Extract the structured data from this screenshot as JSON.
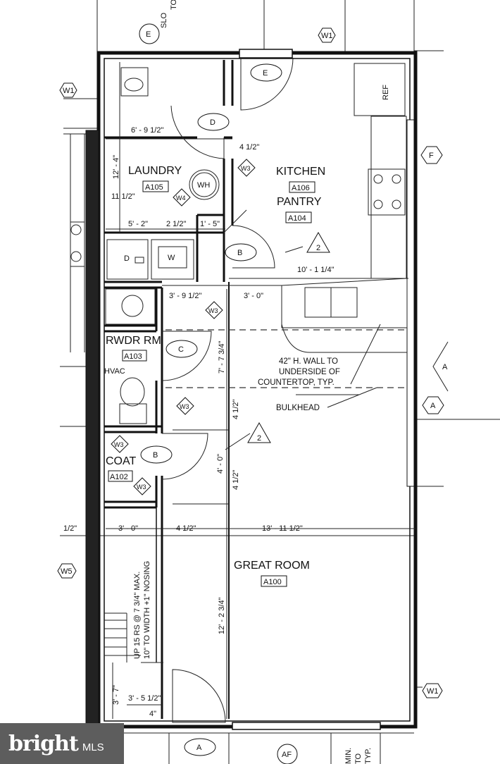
{
  "rooms": {
    "laundry": {
      "name": "LAUNDRY",
      "code": "A105"
    },
    "kitchen": {
      "name": "KITCHEN",
      "code": "A106"
    },
    "pantry": {
      "name": "PANTRY",
      "code": "A104"
    },
    "powder": {
      "name": "RWDR RM",
      "code": "A103"
    },
    "coat": {
      "name": "COAT",
      "code": "A102"
    },
    "great_room": {
      "name": "GREAT ROOM",
      "code": "A100"
    }
  },
  "fixtures": {
    "water_heater": "WH",
    "dryer": "D",
    "washer": "W",
    "refrigerator": "REF",
    "hvac": "HVAC"
  },
  "dimensions": {
    "d1": "6' - 9 1/2\"",
    "d2": "4 1/2\"",
    "d3": "12' - 4\"",
    "d4": "11 1/2\"",
    "d5": "5' - 2\"",
    "d6": "2 1/2\"",
    "d7": "1' - 5\"",
    "d8": "10' - 1 1/4\"",
    "d9": "3' - 9 1/2\"",
    "d10": "3' - 0\"",
    "d11": "7' - 7 3/4\"",
    "d12": "4 1/2\"",
    "d13": "4' - 0\"",
    "d14": "4 1/2\"",
    "d15": "1/2\"",
    "d16": "3' - 0\"",
    "d17": "4 1/2\"",
    "d18": "13' - 11 1/2\"",
    "d19": "12' - 2 3/4\"",
    "d20": "3' - 7\"",
    "d21": "3' - 5 1/2\"",
    "d22": "4\""
  },
  "notes": {
    "wall_line1": "42\" H. WALL TO",
    "wall_line2": "UNDERSIDE OF",
    "wall_line3": "COUNTERTOP, TYP.",
    "bulkhead": "BULKHEAD",
    "stair_line1": "UP 15 RS @ 7 3/4\" MAX.",
    "stair_line2": "10\" TO WIDTH +1\" NOSING",
    "top_cut": "SLO",
    "top_cut2": "TO",
    "bottom_cut1": "MIN.",
    "bottom_cut2": "TO",
    "bottom_cut3": "TYP."
  },
  "tags": {
    "door_e_top": "E",
    "door_e": "E",
    "door_d": "D",
    "door_b1": "B",
    "door_c": "C",
    "door_b2": "B",
    "door_a": "A",
    "door_af": "AF",
    "win_f": "F",
    "win_a": "A",
    "win_a2": "A",
    "w1a": "W1",
    "w1b": "W1",
    "w1c": "W1",
    "w5": "W5",
    "w3a": "W3",
    "w3b": "W3",
    "w3c": "W3",
    "w3d": "W3",
    "w3e": "W3",
    "w4": "W4",
    "rev1": "2",
    "rev2": "2"
  },
  "watermark": {
    "brand": "bright",
    "sub": "MLS"
  }
}
